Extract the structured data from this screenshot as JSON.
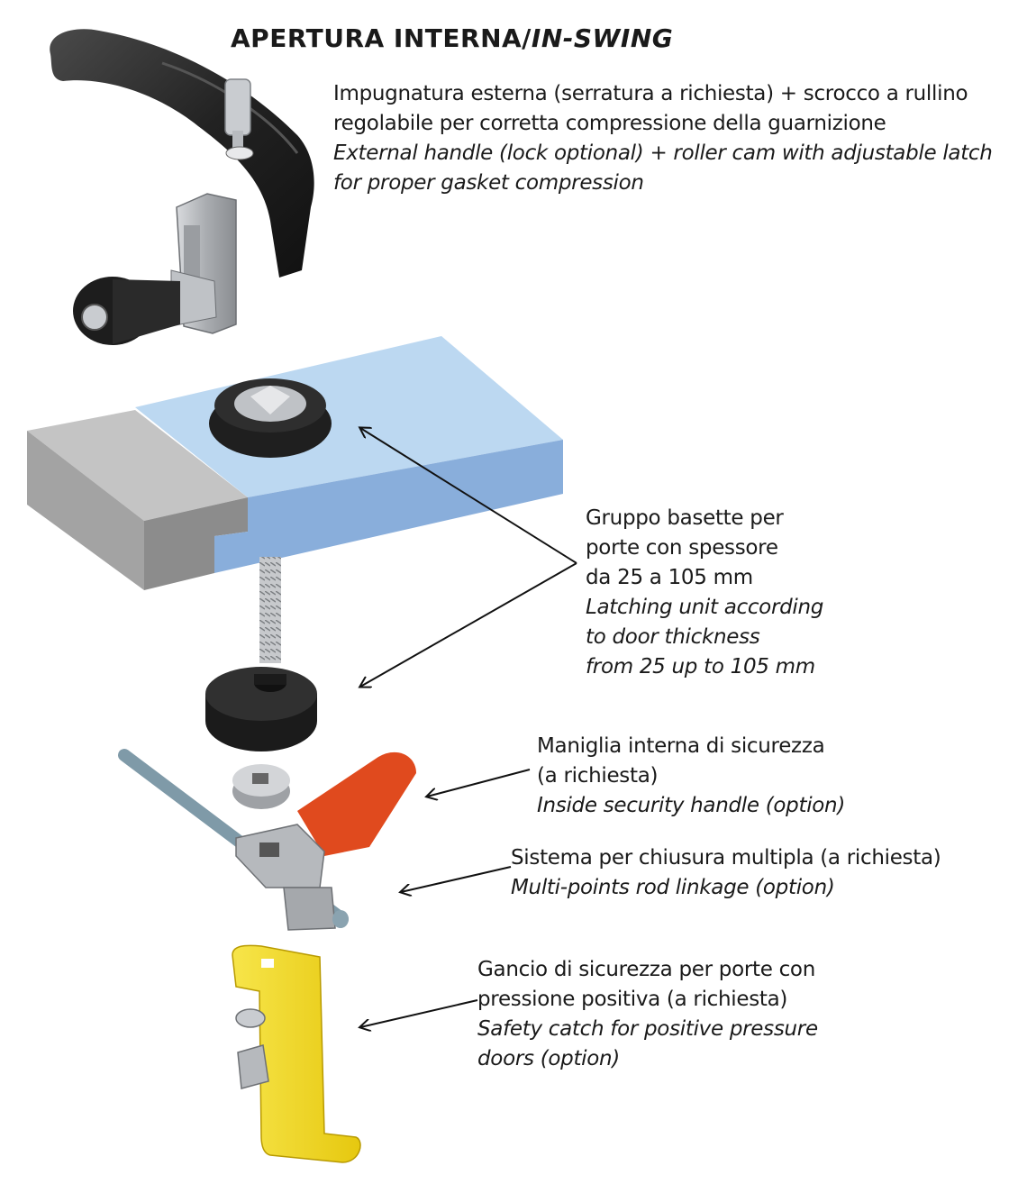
{
  "title": {
    "main": "APERTURA INTERNA/",
    "italic": "IN-SWING"
  },
  "callouts": {
    "handle": {
      "it_lines": [
        "Impugnatura esterna (serratura a richiesta) + scrocco a rullino",
        "regolabile per corretta compressione della guarnizione"
      ],
      "en_lines": [
        "External handle (lock optional) + roller cam with adjustable latch",
        "for proper gasket compression"
      ]
    },
    "latching": {
      "it_lines": [
        "Gruppo basette per",
        "porte con spessore",
        "da 25 a 105 mm"
      ],
      "en_lines": [
        "Latching unit according",
        "to door thickness",
        "from 25 up to 105 mm"
      ]
    },
    "security": {
      "it_lines": [
        "Maniglia interna di sicurezza",
        "(a richiesta)"
      ],
      "en_lines": [
        "Inside security handle (option)"
      ]
    },
    "multipoint": {
      "it_lines": [
        "Sistema per chiusura multipla (a richiesta)"
      ],
      "en_lines": [
        "Multi-points rod linkage (option)"
      ]
    },
    "safety": {
      "it_lines": [
        "Gancio di sicurezza per porte con",
        "pressione positiva (a richiesta)"
      ],
      "en_lines": [
        "Safety catch for positive pressure",
        "doors (option)"
      ]
    }
  },
  "colors": {
    "handle_black": "#262626",
    "metal_grey": "#b3b6ba",
    "door_blue": "#a9c9ea",
    "frame_grey": "#9a9a9a",
    "lever_red": "#e04a1e",
    "catch_yellow": "#f2d81c"
  }
}
